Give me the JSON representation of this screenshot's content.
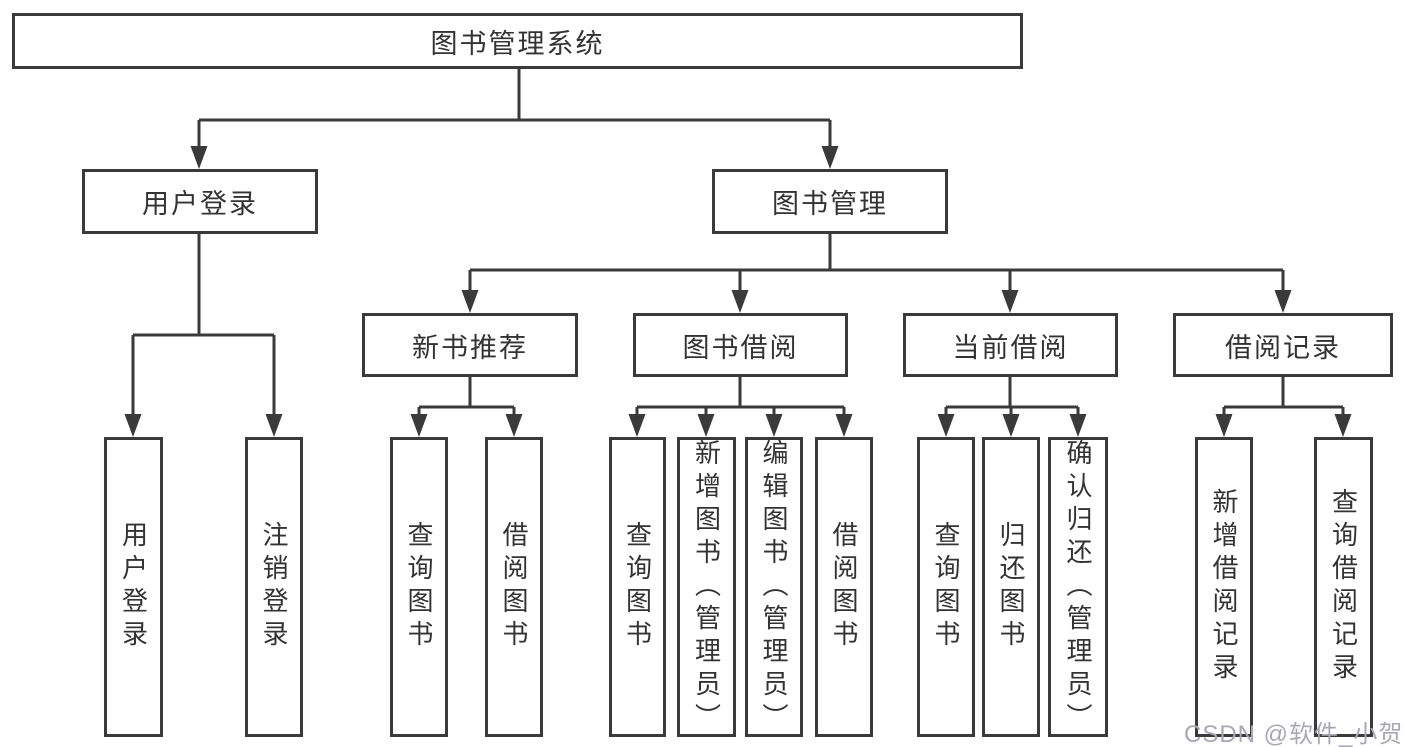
{
  "diagram": {
    "title": "图书管理系统",
    "nodes": {
      "root": {
        "label": "图书管理系统"
      },
      "level2": [
        {
          "label": "用户登录"
        },
        {
          "label": "图书管理"
        }
      ],
      "level3": [
        {
          "label": "新书推荐"
        },
        {
          "label": "图书借阅"
        },
        {
          "label": "当前借阅"
        },
        {
          "label": "借阅记录"
        }
      ],
      "leaves": {
        "user_login": [
          {
            "label": "用户登录"
          },
          {
            "label": "注销登录"
          }
        ],
        "new_book": [
          {
            "label": "查询图书"
          },
          {
            "label": "借阅图书"
          }
        ],
        "book_borrow": [
          {
            "label": "查询图书"
          },
          {
            "label": "新增图书（管理员）"
          },
          {
            "label": "编辑图书（管理员）"
          },
          {
            "label": "借阅图书"
          }
        ],
        "current_borrow": [
          {
            "label": "查询图书"
          },
          {
            "label": "归还图书"
          },
          {
            "label": "确认归还（管理员）"
          }
        ],
        "borrow_record": [
          {
            "label": "新增借阅记录"
          },
          {
            "label": "查询借阅记录"
          }
        ]
      }
    },
    "colors": {
      "line": "#3a3a3a",
      "text": "#333333",
      "box_background": "#ffffff",
      "watermark": "#a8a8b2"
    }
  },
  "watermark": {
    "text": "CSDN @软件_小贺同学"
  }
}
